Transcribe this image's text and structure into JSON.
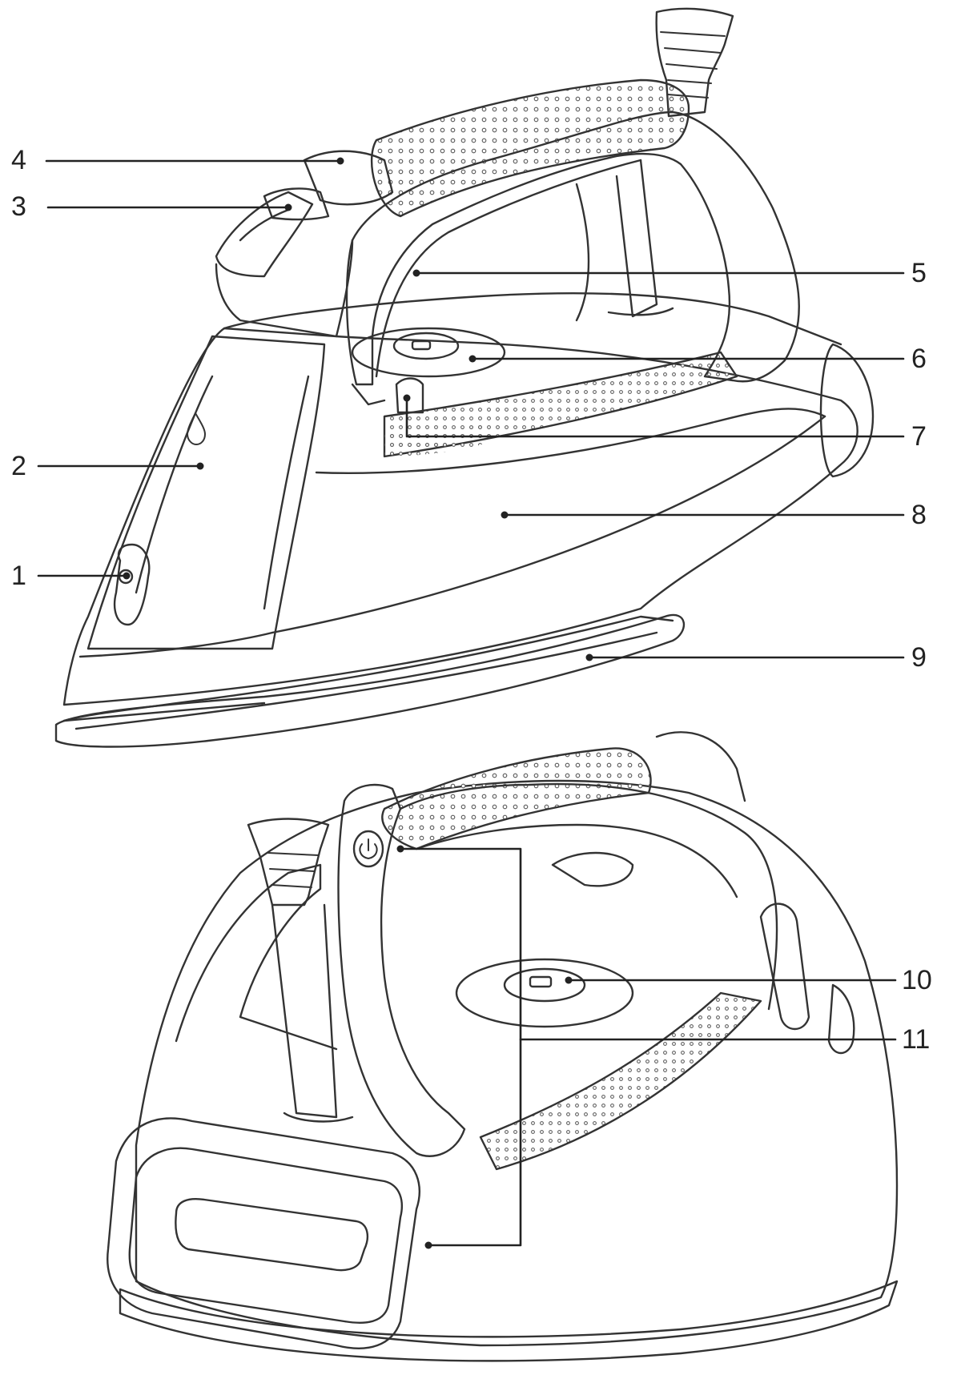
{
  "callouts": [
    {
      "id": "1",
      "label": "1",
      "side": "left"
    },
    {
      "id": "2",
      "label": "2",
      "side": "left"
    },
    {
      "id": "3",
      "label": "3",
      "side": "left"
    },
    {
      "id": "4",
      "label": "4",
      "side": "left"
    },
    {
      "id": "5",
      "label": "5",
      "side": "right"
    },
    {
      "id": "6",
      "label": "6",
      "side": "right"
    },
    {
      "id": "7",
      "label": "7",
      "side": "right"
    },
    {
      "id": "8",
      "label": "8",
      "side": "right"
    },
    {
      "id": "9",
      "label": "9",
      "side": "right"
    },
    {
      "id": "10",
      "label": "10",
      "side": "right"
    },
    {
      "id": "11",
      "label": "11",
      "side": "right"
    }
  ],
  "colors": {
    "line": "#222222",
    "dot": "#444444",
    "background": "#ffffff"
  }
}
